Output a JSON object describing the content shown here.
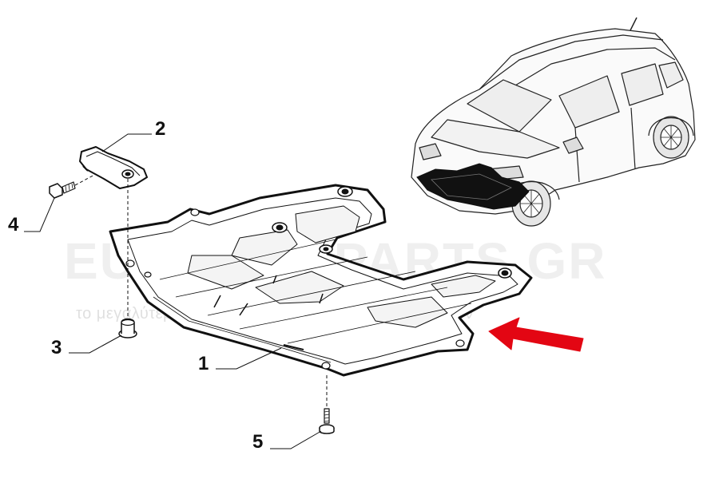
{
  "watermark": {
    "brand": "EUROCARPARTS.GR",
    "tagline": "το μεγαλύτερο ηλεκτρονικό κατάστημα ανταλλακτικών"
  },
  "callouts": [
    {
      "id": "1",
      "label": "1"
    },
    {
      "id": "2",
      "label": "2"
    },
    {
      "id": "3",
      "label": "3"
    },
    {
      "id": "4",
      "label": "4"
    },
    {
      "id": "5",
      "label": "5"
    }
  ],
  "colors": {
    "line": "#111111",
    "arrow": "#e30613",
    "highlight": "#111111"
  }
}
